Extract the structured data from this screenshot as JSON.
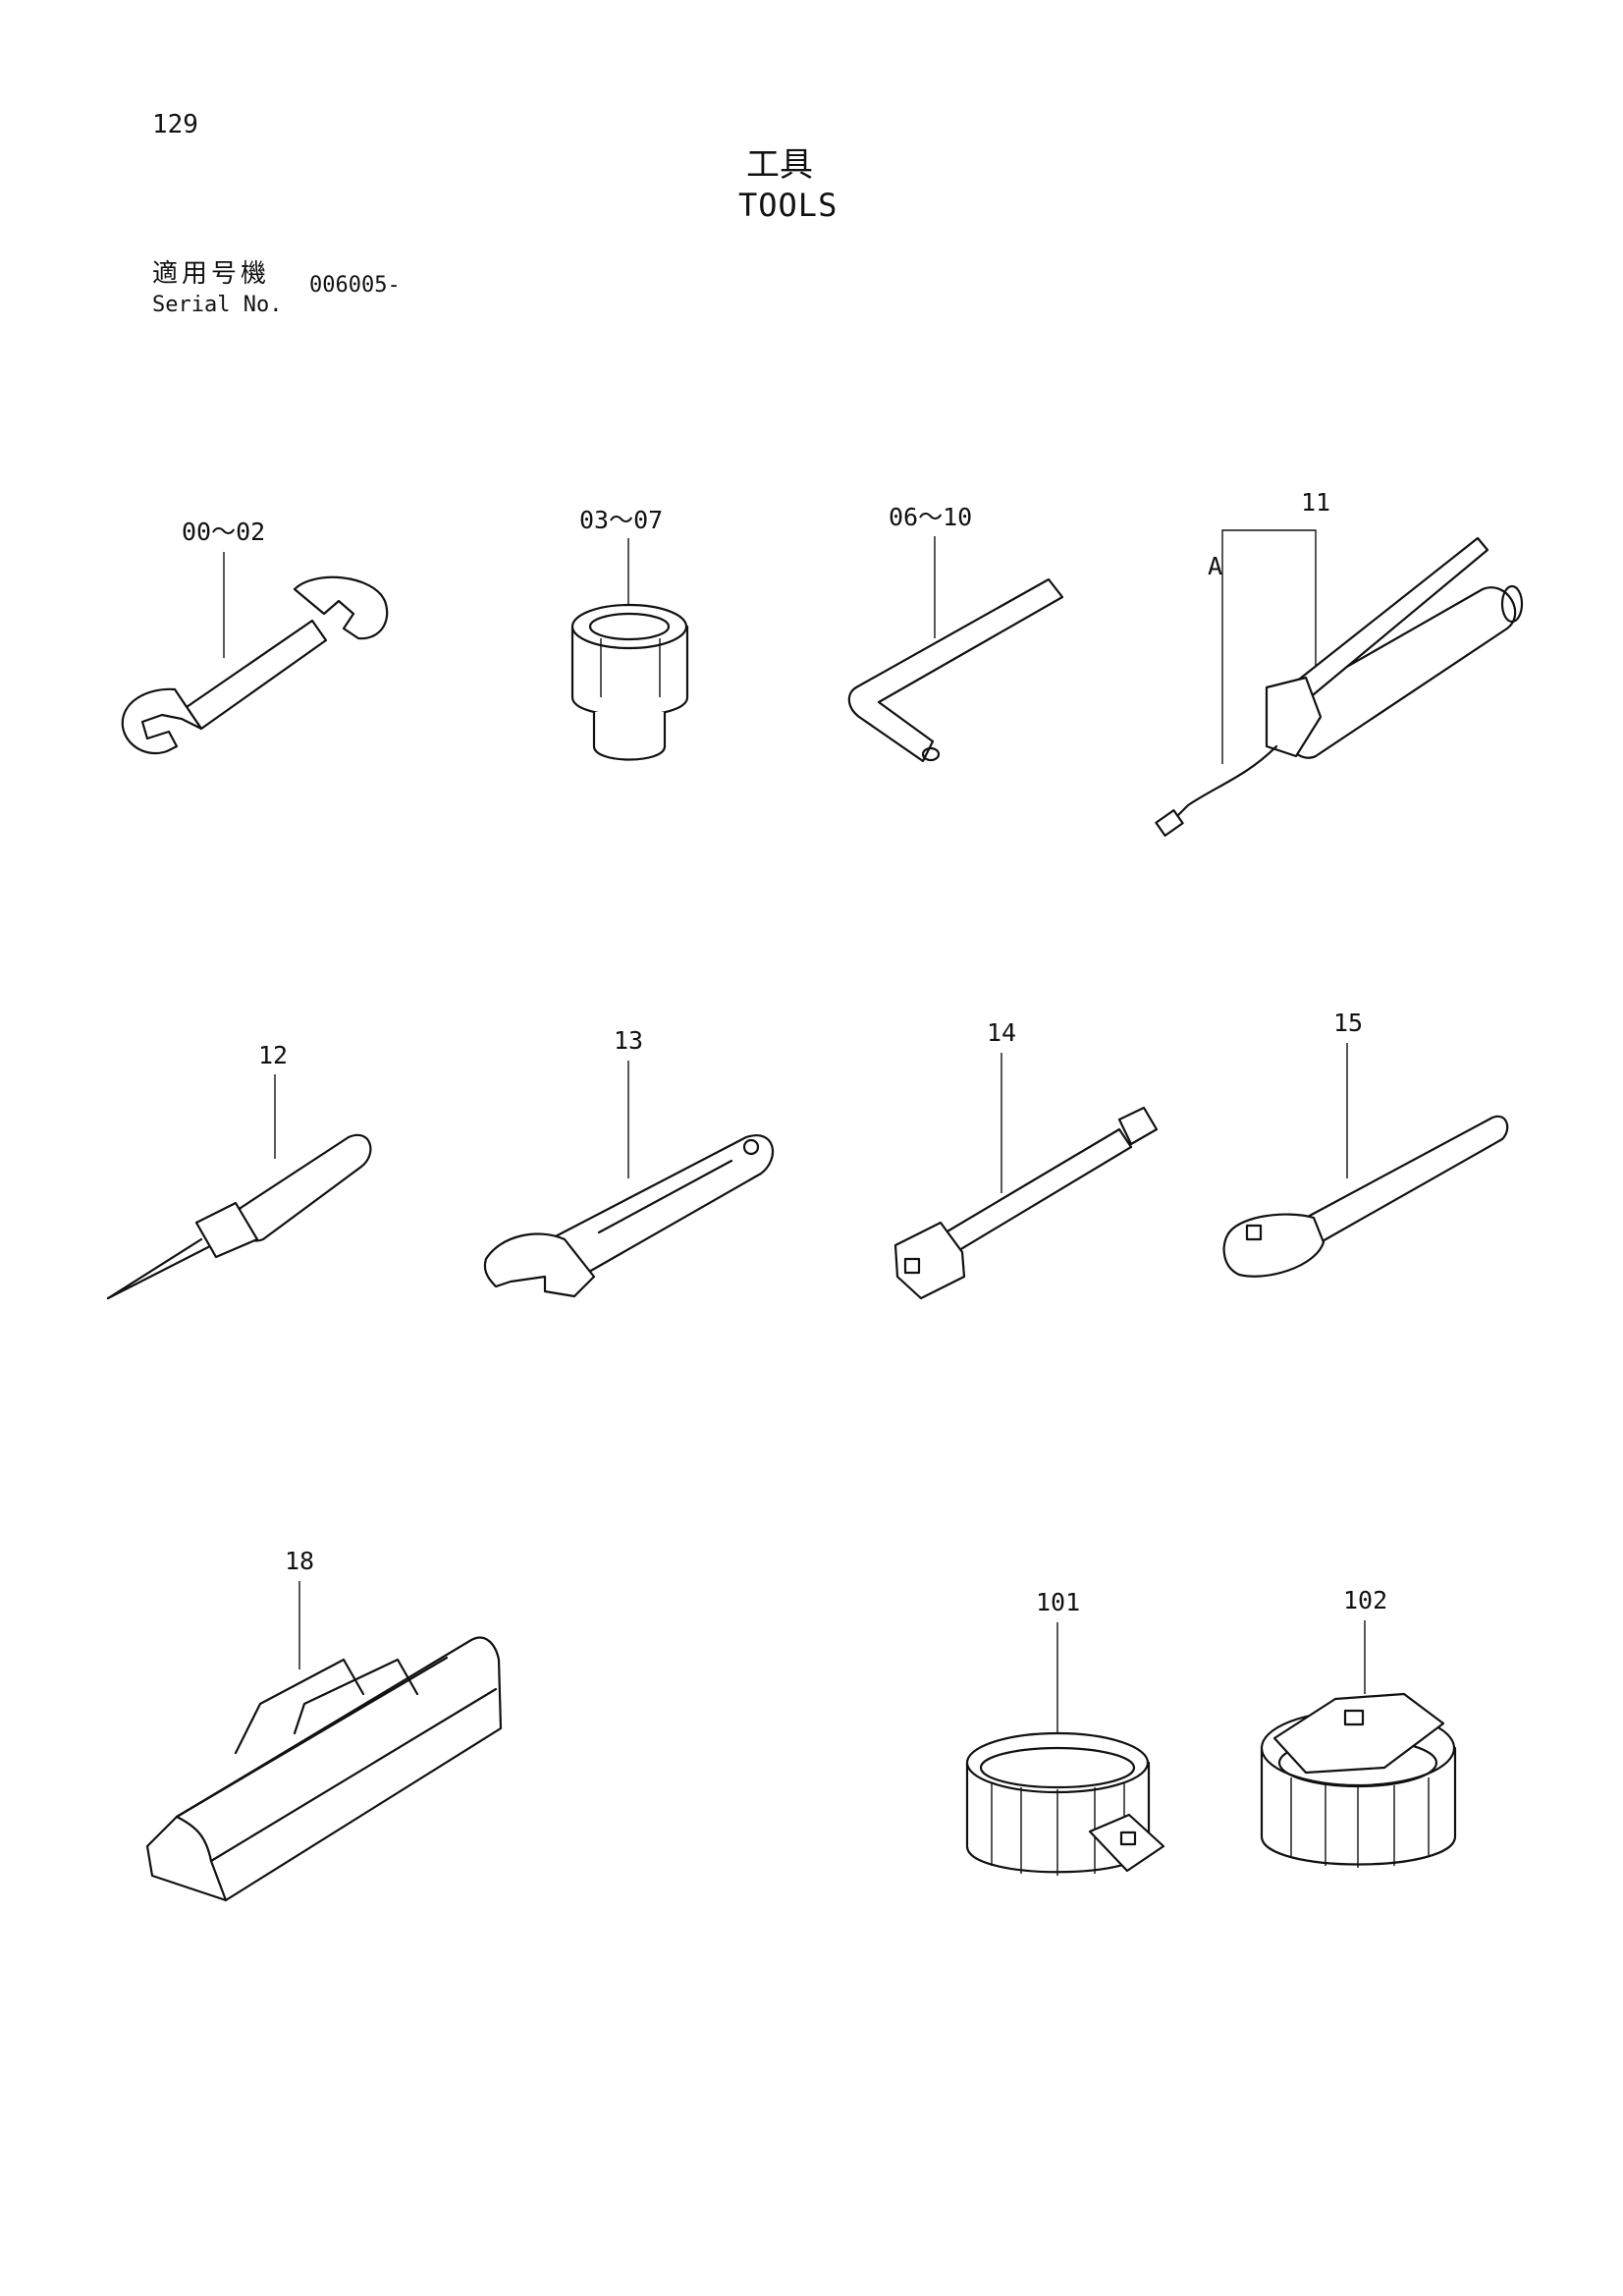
{
  "header": {
    "page_number": "129",
    "title_jp": "工具",
    "title_en": "TOOLS",
    "serial_label_jp": "適用号機",
    "serial_label_en": "Serial No.",
    "serial_value": "006005-"
  },
  "callouts": {
    "wrench": "00～02",
    "socket": "03～07",
    "hex_key": "06～10",
    "grease_gun": "11",
    "grease_gun_sub": "A",
    "screwdriver": "12",
    "adjustable_wrench": "13",
    "extension_bar": "14",
    "ratchet_handle": "15",
    "tool_bag": "18",
    "filter_wrench_band": "101",
    "filter_wrench_cup": "102"
  }
}
